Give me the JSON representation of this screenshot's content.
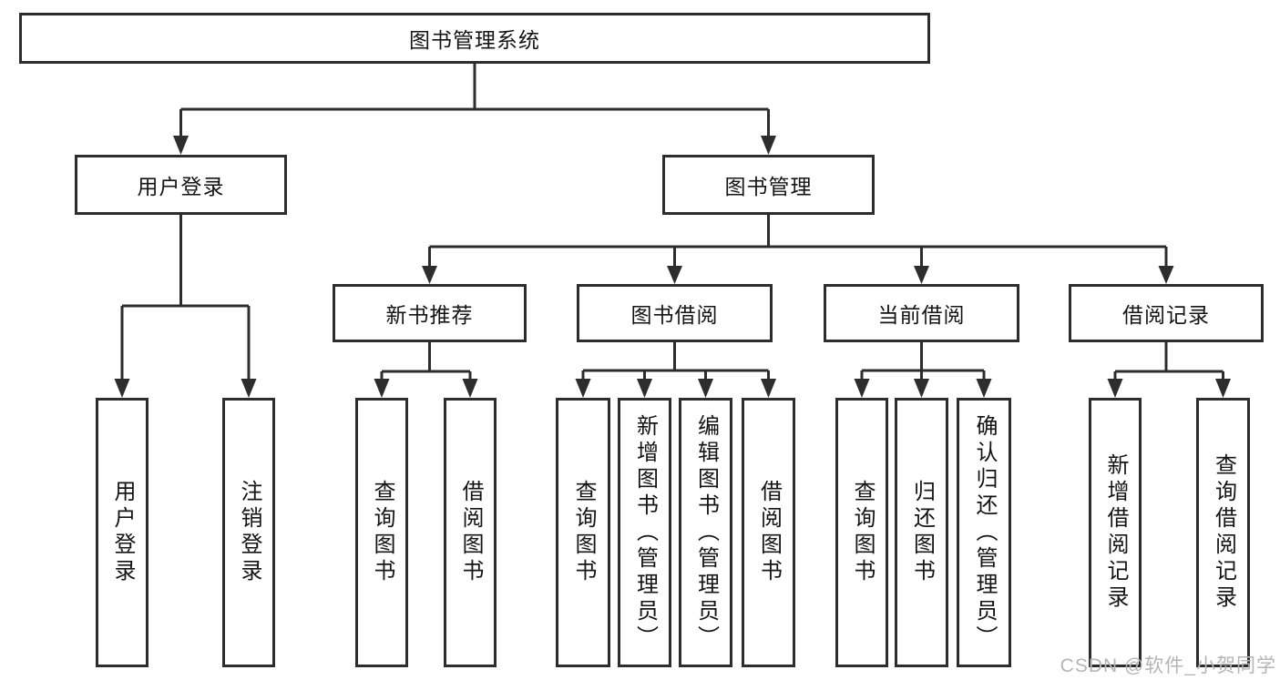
{
  "diagram": {
    "root": "图书管理系统",
    "user_login": {
      "label": "用户登录",
      "children": [
        "用户登录",
        "注销登录"
      ]
    },
    "book_mgmt": {
      "label": "图书管理",
      "children": [
        {
          "label": "新书推荐",
          "children": [
            "查询图书",
            "借阅图书"
          ]
        },
        {
          "label": "图书借阅",
          "children": [
            "查询图书",
            "新增图书（管理员）",
            "编辑图书（管理员）",
            "借阅图书"
          ]
        },
        {
          "label": "当前借阅",
          "children": [
            "查询图书",
            "归还图书",
            "确认归还（管理员）"
          ]
        },
        {
          "label": "借阅记录",
          "children": [
            "新增借阅记录",
            "查询借阅记录"
          ]
        }
      ]
    }
  },
  "watermark": "CSDN @软件_小贺同学",
  "colors": {
    "line": "#2d2d2d",
    "text": "#141414",
    "watermark": "#b5b5b5",
    "background": "#ffffff"
  }
}
